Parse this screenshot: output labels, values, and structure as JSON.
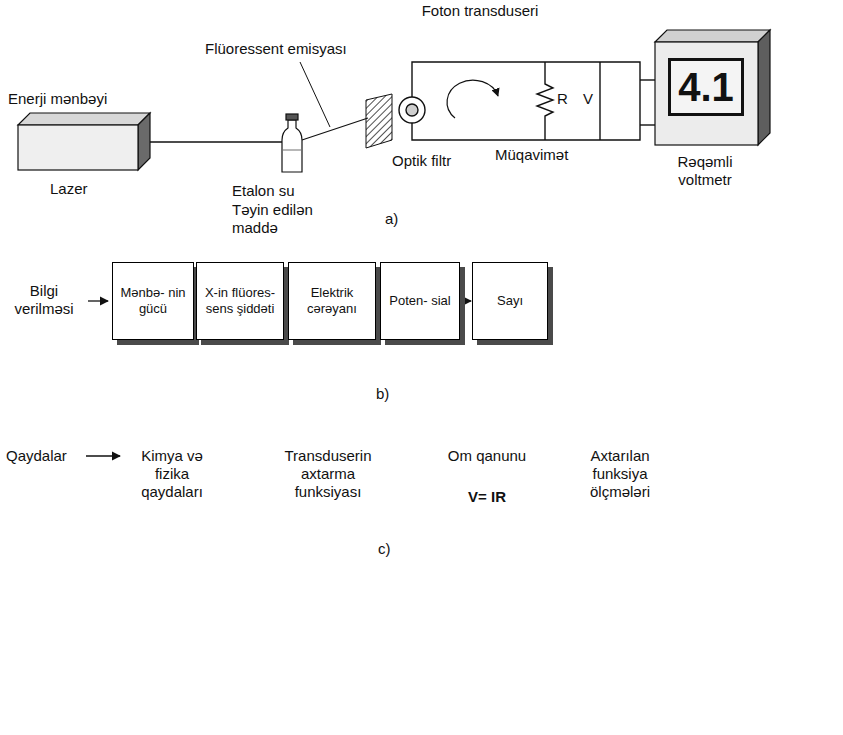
{
  "diagram": {
    "nodes": [
      {
        "text": [
          "4.1"
        ]
      },
      {
        "text": [
          "Mənbə- nin gücü"
        ]
      },
      {
        "text": [
          "X-in flüores- sens şiddəti"
        ]
      },
      {
        "text": [
          "Elektrik cərəyanı"
        ]
      },
      {
        "text": [
          "Poten- sial"
        ]
      },
      {
        "text": [
          "Sayı"
        ]
      }
    ],
    "edges": [
      {
        "from": 1,
        "to": 2,
        "arrow": "to"
      },
      {
        "from": 2,
        "to": 3,
        "arrow": "to"
      },
      {
        "from": 3,
        "to": 4,
        "arrow": "to"
      },
      {
        "from": 4,
        "to": 5,
        "arrow": "to"
      }
    ],
    "labels": [
      "Foton transduseri",
      "Flüoressent emisyası",
      "Enerji mənbəyi",
      "Lazer",
      "Etalon su",
      "Təyin edilən maddə",
      "Optik filtr",
      "R",
      "V",
      "Müqavimət",
      "Rəqəmli voltmetr",
      "a)",
      "Bilgi verilməsi",
      "b)",
      "Qaydalar",
      "Kimya və fizika qaydaları",
      "Transduserin axtarma funksiyası",
      "Om qanunu",
      "V= IR",
      "Axtarılan funksiya ölçmələri",
      "c)"
    ]
  }
}
